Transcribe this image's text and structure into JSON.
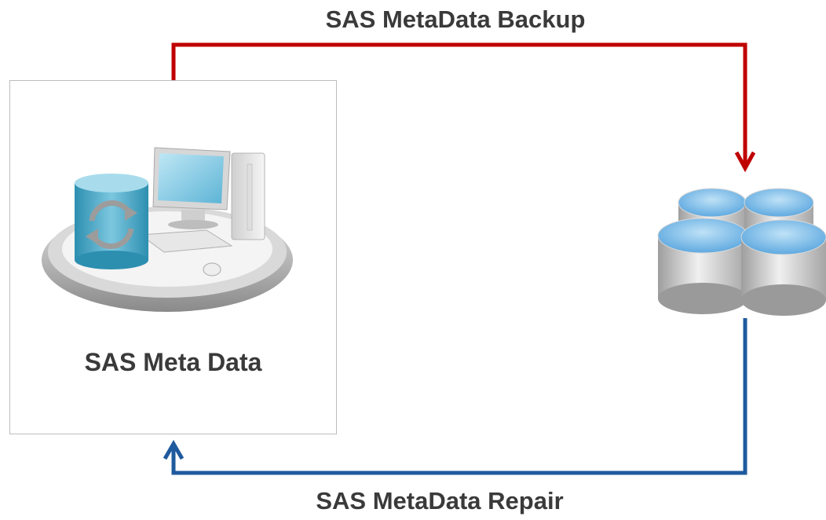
{
  "diagram": {
    "backup_label": "SAS MetaData Backup",
    "repair_label": "SAS MetaData Repair",
    "server_label": "SAS Meta Data",
    "colors": {
      "backup_arrow": "#c00000",
      "repair_arrow": "#1f5a9e",
      "box_border": "#bdbdbd",
      "text": "#3a3a3a"
    },
    "icons": {
      "server": "database-sync-workstation-icon",
      "storage": "database-cluster-icon"
    }
  }
}
